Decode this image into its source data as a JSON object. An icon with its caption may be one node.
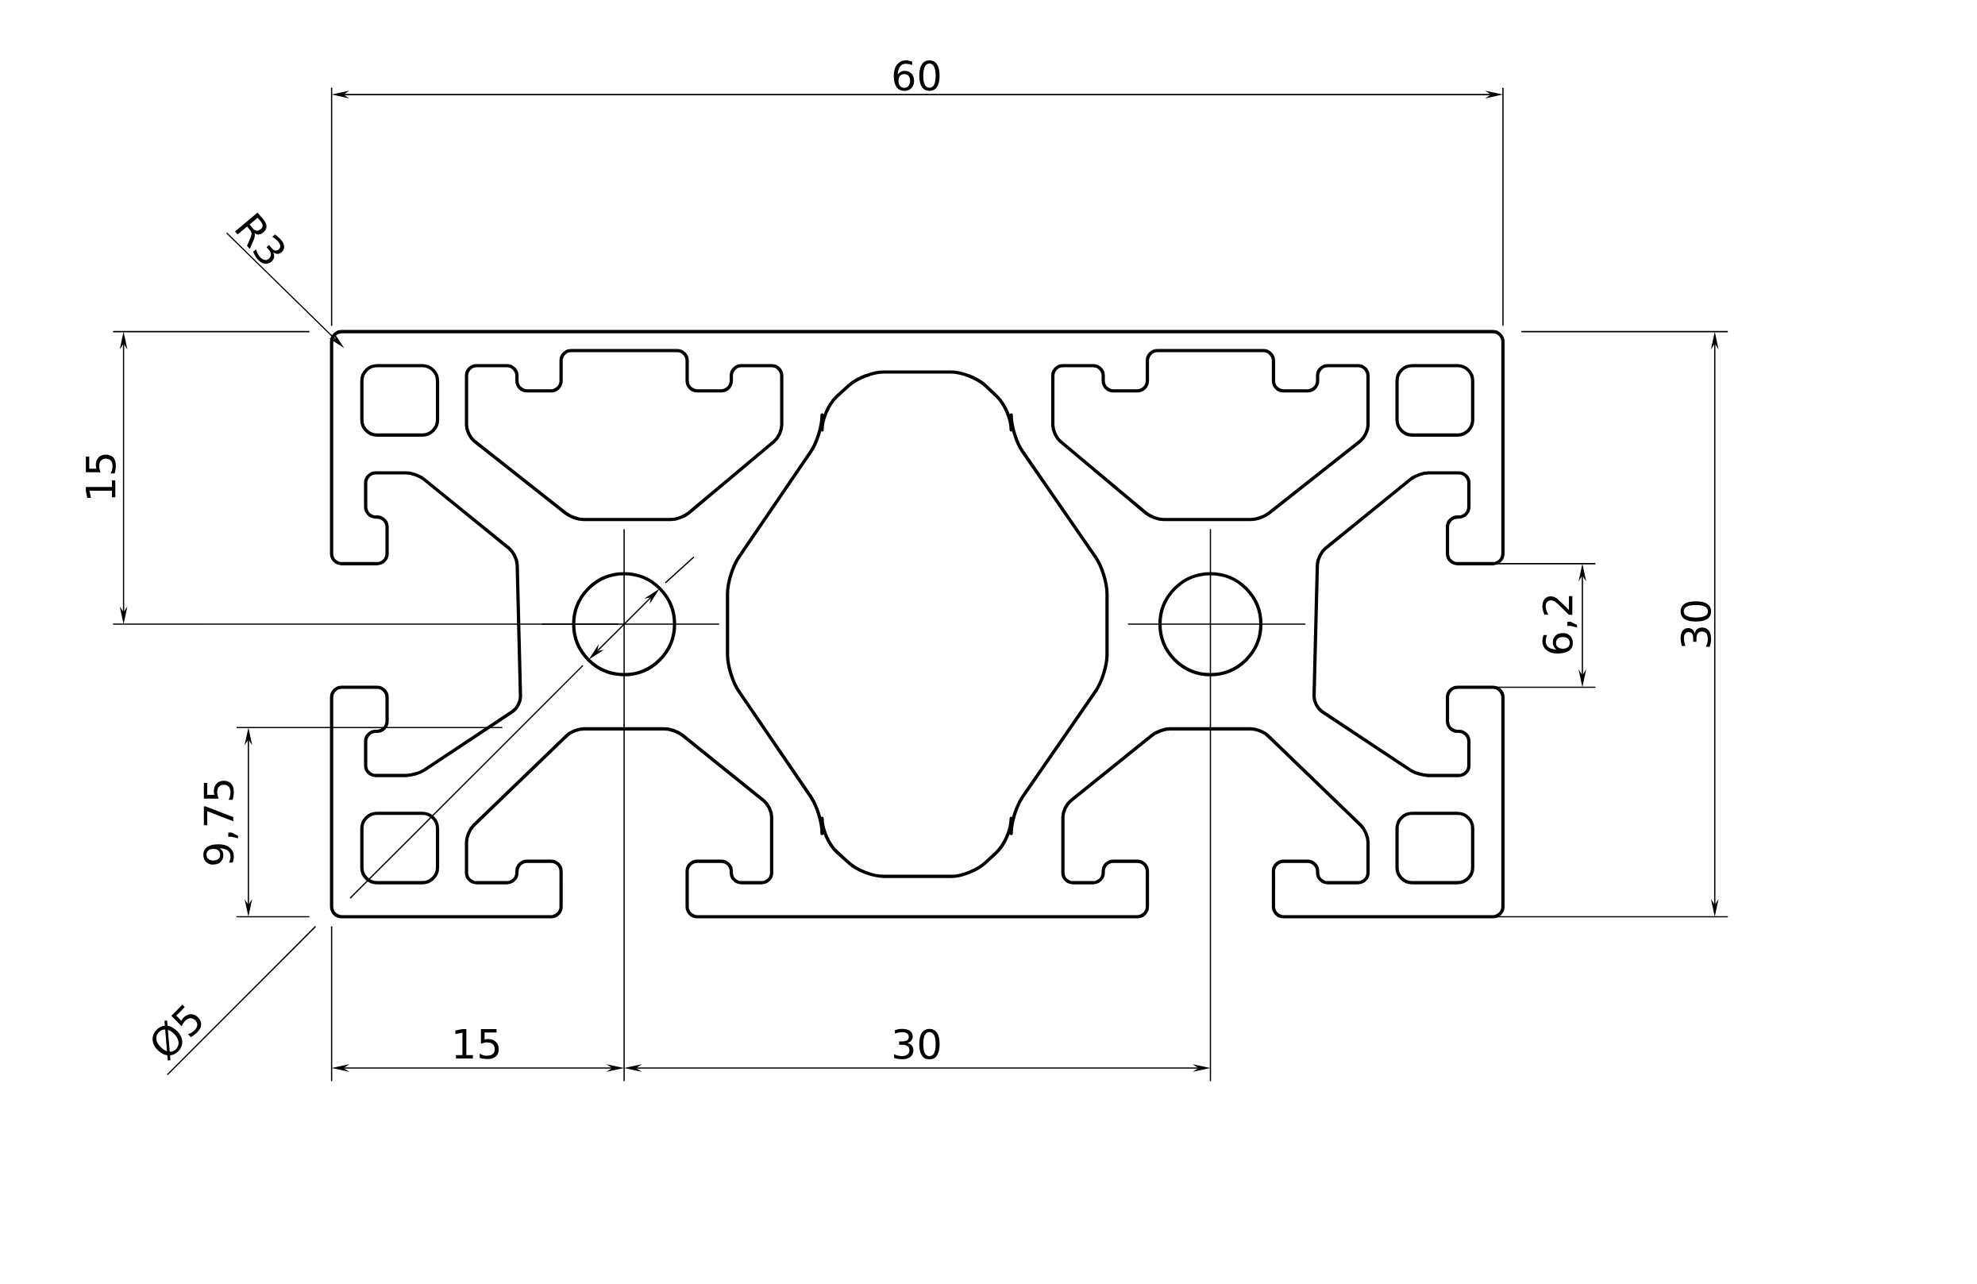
{
  "diagram": {
    "labels": [
      "60",
      "R3",
      "15",
      "6,2",
      "30",
      "9,75",
      "Ø5",
      "15",
      "30"
    ]
  }
}
